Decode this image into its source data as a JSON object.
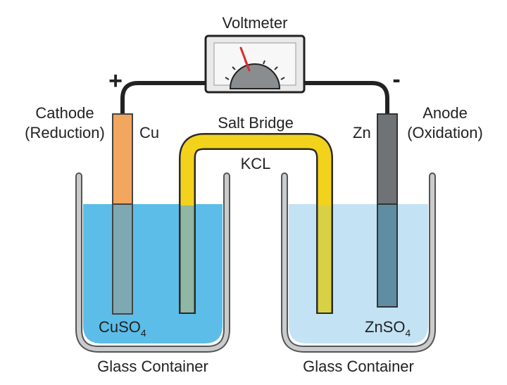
{
  "voltmeter": {
    "label": "Voltmeter"
  },
  "terminals": {
    "positive": "+",
    "negative": "-"
  },
  "cathode": {
    "title": "Cathode",
    "subtitle": "(Reduction)",
    "metal": "Cu"
  },
  "anode": {
    "title": "Anode",
    "subtitle": "(Oxidation)",
    "metal": "Zn"
  },
  "salt_bridge": {
    "label": "Salt Bridge",
    "compound": "KCL"
  },
  "left_solution": {
    "formula": "CuSO",
    "subscript": "4"
  },
  "right_solution": {
    "formula": "ZnSO",
    "subscript": "4"
  },
  "containers": {
    "left_label": "Glass Container",
    "right_label": "Glass Container"
  },
  "colors": {
    "left_solution": "#5bbde8",
    "right_solution": "#c3e3f4",
    "copper_rod": "#f2a65e",
    "zinc_rod": "#6f7375",
    "salt_bridge": "#f3d21b",
    "glass": "#b5b8ba",
    "wire": "#222222",
    "needle": "#e0292b"
  }
}
